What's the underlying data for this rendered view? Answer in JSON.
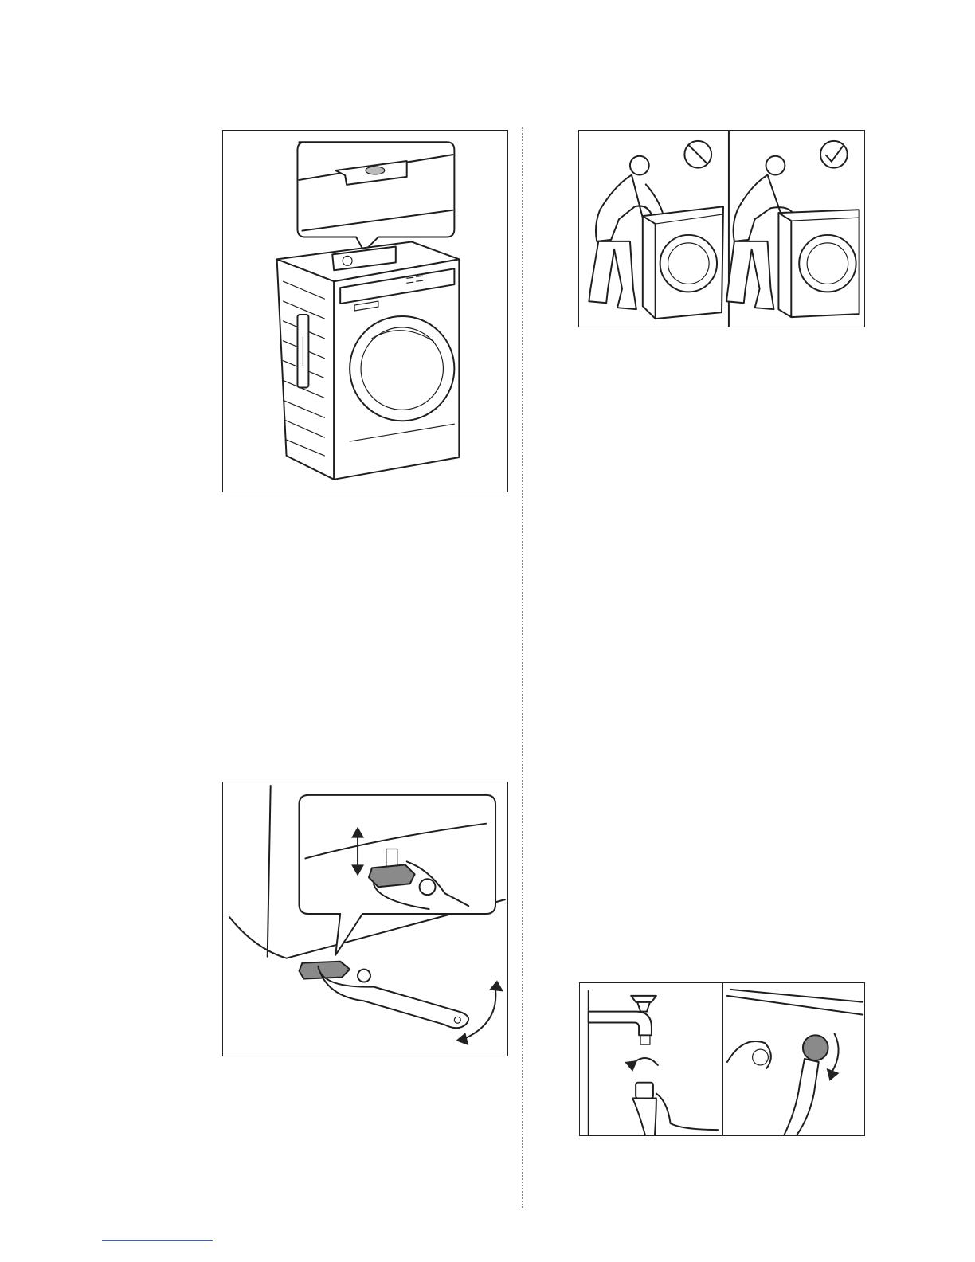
{
  "figures": [
    {
      "id": "level-check",
      "icon": "spirit-level-icon"
    },
    {
      "id": "rocking-check",
      "icons": [
        "prohibited-icon",
        "check-circle-icon"
      ]
    },
    {
      "id": "leveling-foot-adjust",
      "icons": [
        "up-down-arrow-icon",
        "rotate-arrow-icon"
      ]
    },
    {
      "id": "hose-connect",
      "icons": [
        "rotate-arrow-icon"
      ]
    }
  ],
  "colors": {
    "line": "#1e1e1e",
    "shade": "#8a8a8a",
    "footer_rule": "#3b5fd0"
  }
}
